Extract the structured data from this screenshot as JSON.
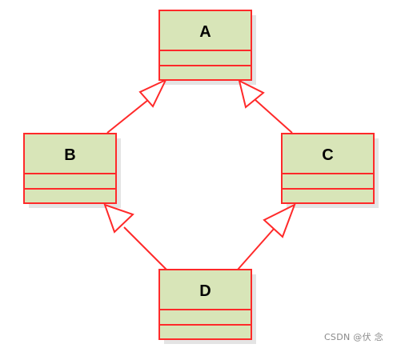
{
  "diagram": {
    "classes": {
      "a": {
        "name": "A"
      },
      "b": {
        "name": "B"
      },
      "c": {
        "name": "C"
      },
      "d": {
        "name": "D"
      }
    },
    "relations": [
      {
        "from": "B",
        "to": "A",
        "kind": "inheritance"
      },
      {
        "from": "C",
        "to": "A",
        "kind": "inheritance"
      },
      {
        "from": "D",
        "to": "B",
        "kind": "inheritance"
      },
      {
        "from": "D",
        "to": "C",
        "kind": "inheritance"
      }
    ]
  },
  "colors": {
    "class_fill": "#d8e5b8",
    "class_border": "#ff2a2a",
    "arrow": "#ff2a2a",
    "shadow": "#e4e4e4"
  },
  "watermark": "CSDN @伏 念"
}
